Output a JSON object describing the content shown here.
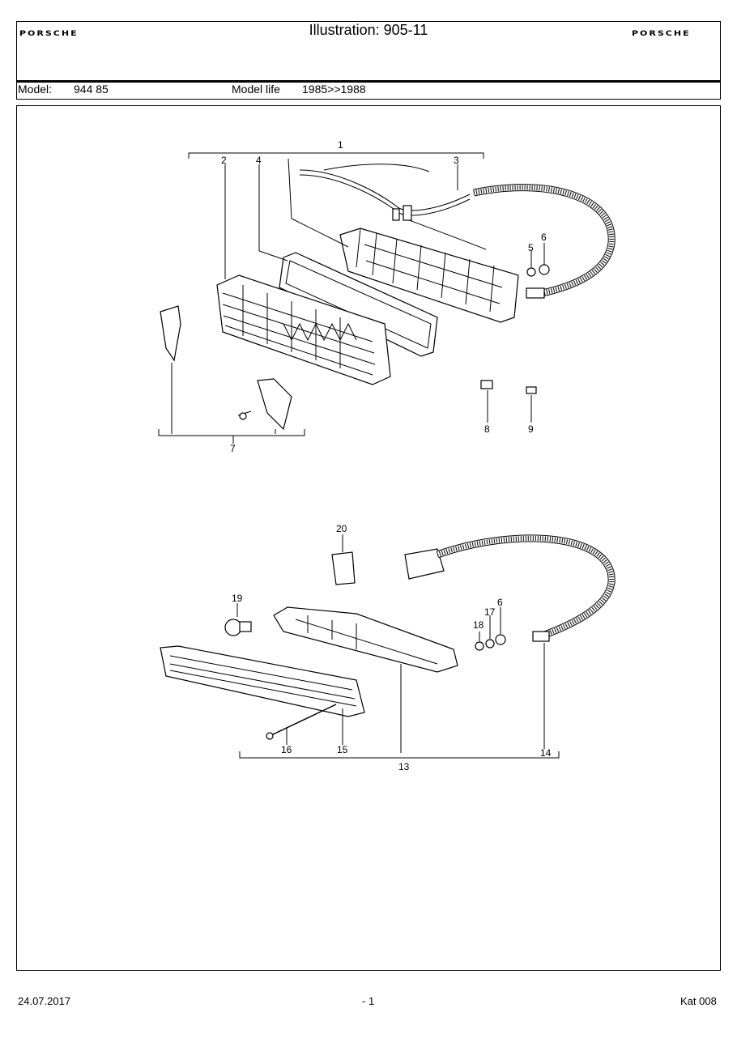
{
  "header": {
    "brand_left": "PORSCHE",
    "brand_right": "PORSCHE",
    "title": "Illustration: 905-11",
    "model_label": "Model:",
    "model_value": "944 85",
    "model_life_label": "Model life",
    "model_life_value": "1985>>1988"
  },
  "callouts": [
    "1",
    "2",
    "3",
    "4",
    "5",
    "6",
    "7",
    "8",
    "9",
    "20",
    "19",
    "17",
    "6",
    "18",
    "16",
    "15",
    "14",
    "13"
  ],
  "footer": {
    "date": "24.07.2017",
    "page": "- 1",
    "catalog": "Kat 008"
  }
}
